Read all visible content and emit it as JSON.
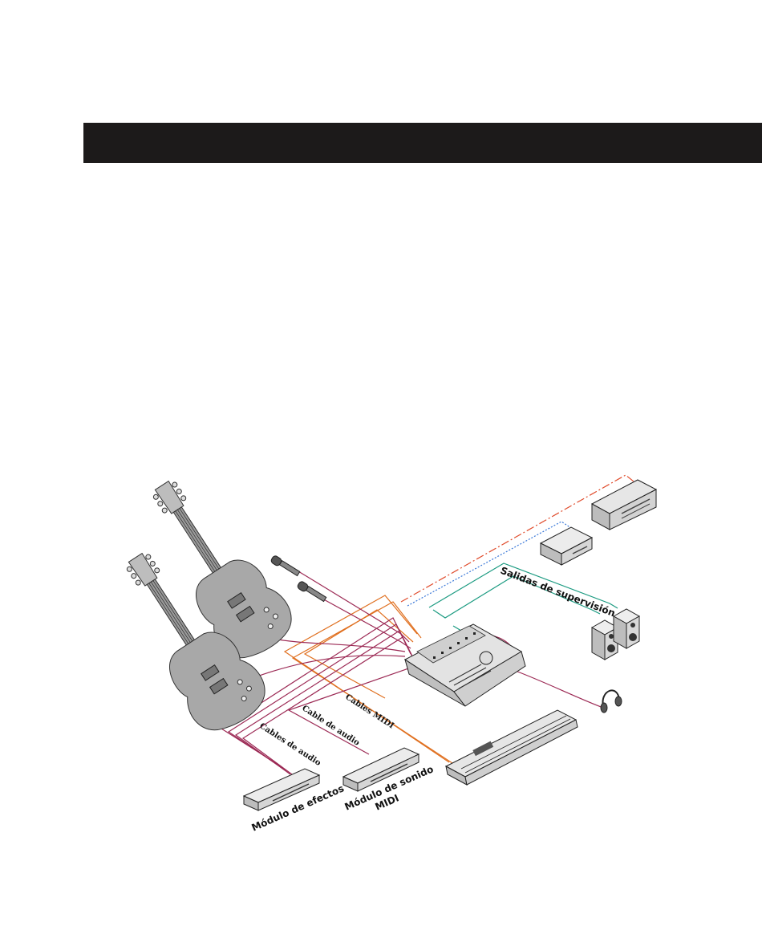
{
  "header_bar": {
    "color": "#1c1a1a"
  },
  "labels": {
    "monitor_outputs": "Salidas de supervisión",
    "midi_cables": "Cables MIDI",
    "audio_cable": "Cable de audio",
    "audio_cables": "Cables de audio",
    "effects_module": "Módulo de efectos",
    "midi_sound_module_line1": "Módulo de sonido",
    "midi_sound_module_line2": "MIDI"
  },
  "cable_colors": {
    "audio": "#9c2a55",
    "midi": "#e07020",
    "monitor": "#1a9a80",
    "digital_dotted": "#3a78d8",
    "dash_dot": "#e04a2a"
  }
}
